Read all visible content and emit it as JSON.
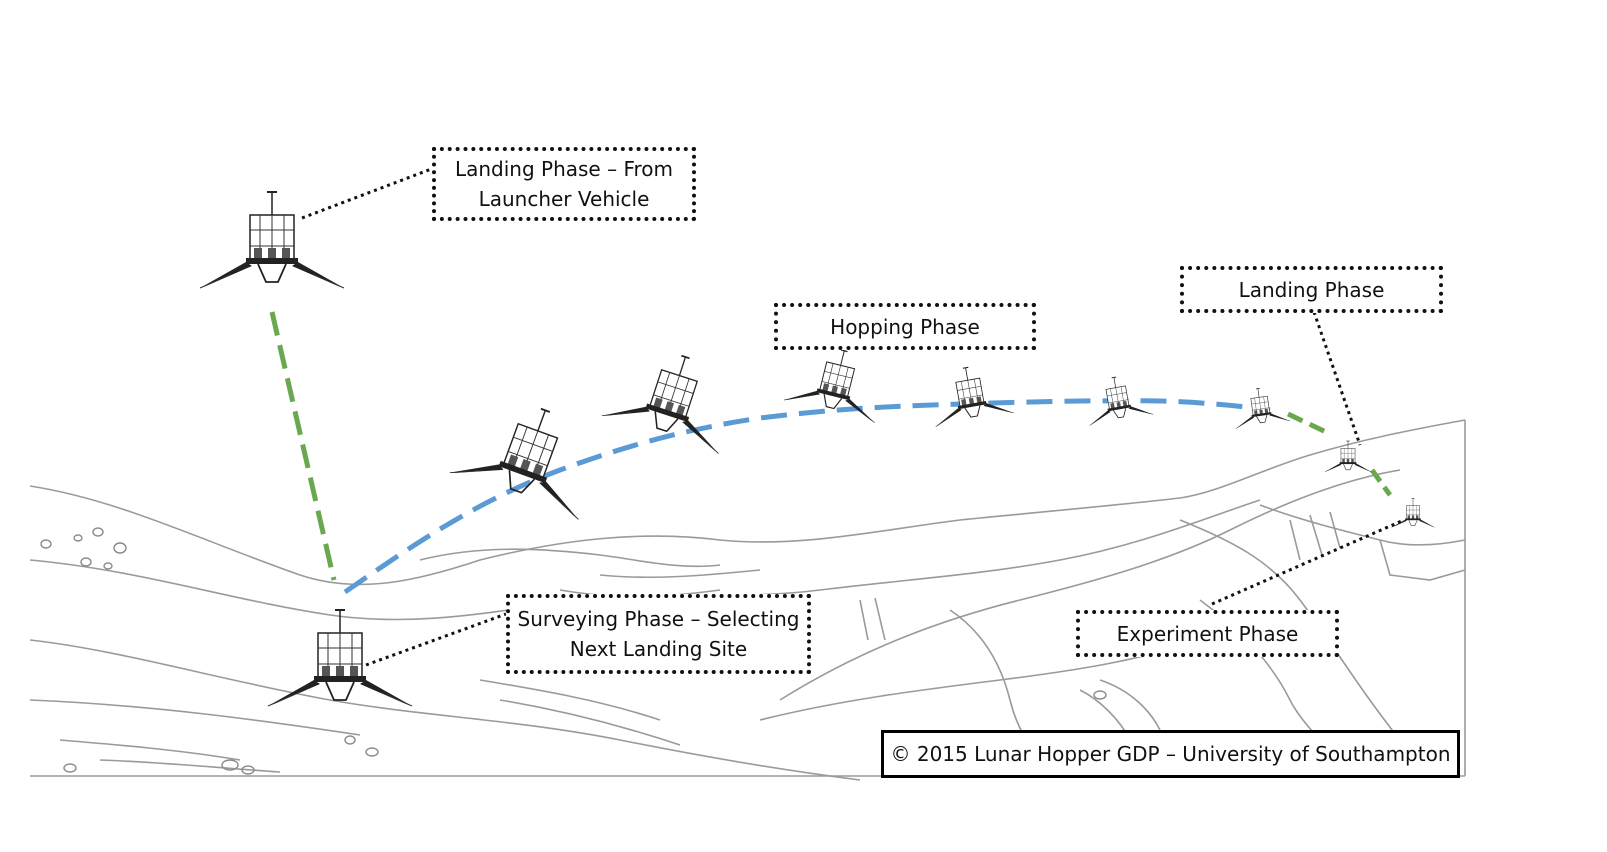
{
  "labels": {
    "landing_from_launcher": [
      "Landing Phase – From",
      "Launcher Vehicle"
    ],
    "hopping": [
      "Hopping Phase"
    ],
    "landing": [
      "Landing Phase"
    ],
    "surveying": [
      "Surveying Phase – Selecting",
      "Next Landing Site"
    ],
    "experiment": [
      "Experiment Phase"
    ]
  },
  "copyright": "© 2015 Lunar Hopper GDP – University of Southampton",
  "colors": {
    "descent_path": "#6aa84f",
    "hop_path": "#5b9bd5",
    "terrain": "#9a9a9a",
    "leader": "#111111",
    "box_border": "#111111"
  }
}
